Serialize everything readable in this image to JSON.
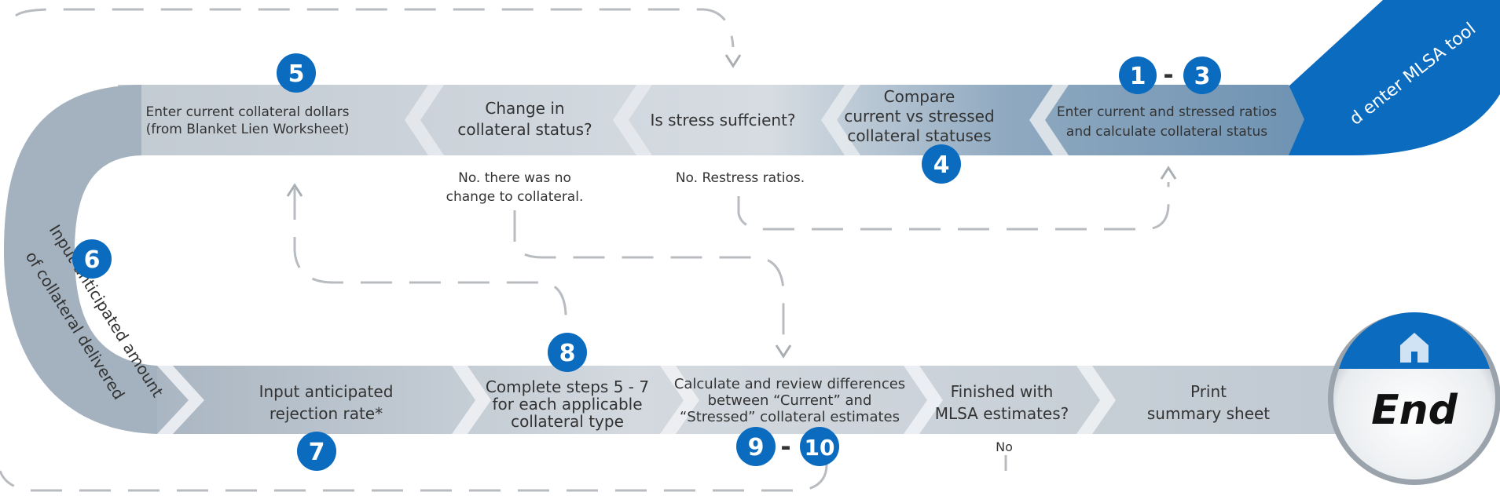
{
  "colors": {
    "accent_blue": "#0a6bbf",
    "band_light": "#c9d1d9",
    "band_mid": "#9aa8b5",
    "band_blue": "#7f9fb8",
    "text": "#333333",
    "dashed": "#b8bcc0"
  },
  "top_row": {
    "step5": "Enter current collateral dollars",
    "step5_sub": "(from Blanket Lien Worksheet)",
    "change_l1": "Change in",
    "change_l2": "collateral status?",
    "stress": "Is stress suffcient?",
    "compare_l1": "Compare",
    "compare_l2": "current vs stressed",
    "compare_l3": "collateral statuses",
    "ratios_l1": "Enter current and stressed ratios",
    "ratios_l2": "and calculate collateral status",
    "corner_text": "d enter MLSA tool"
  },
  "left_curve": {
    "line1": "Input anticipated amount",
    "line2": "of collateral delivered"
  },
  "bottom_row": {
    "rejection_l1": "Input anticipated",
    "rejection_l2": "rejection rate*",
    "complete_l1": "Complete steps 5 - 7",
    "complete_l2": "for each applicable",
    "complete_l3": "collateral type",
    "calc_l1": "Calculate and review differences",
    "calc_l2": "between “Current” and",
    "calc_l3": "“Stressed” collateral estimates",
    "finished_l1": "Finished with",
    "finished_l2": "MLSA estimates?",
    "print_l1": "Print",
    "print_l2": "summary sheet",
    "end": "End"
  },
  "notes": {
    "no_change_l1": "No. there was no",
    "no_change_l2": "change to collateral.",
    "restress": "No. Restress ratios.",
    "no": "No"
  },
  "badges": {
    "b1": "1",
    "b3": "3",
    "b4": "4",
    "b5": "5",
    "b6": "6",
    "b7": "7",
    "b8": "8",
    "b9": "9",
    "b10": "10",
    "dash": "-"
  }
}
